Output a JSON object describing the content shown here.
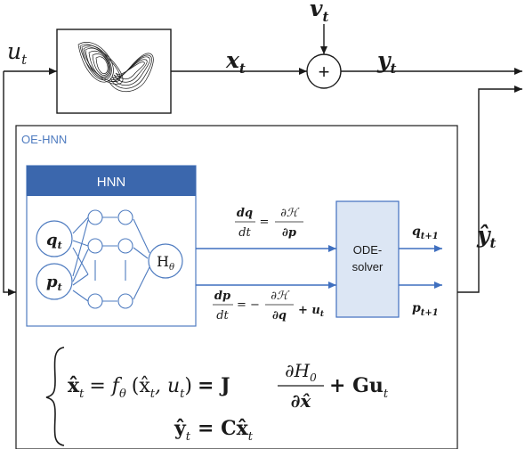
{
  "signals": {
    "input": {
      "base": "u",
      "sub": "t"
    },
    "state": {
      "base": "x",
      "sub": "t"
    },
    "noise": {
      "base": "v",
      "sub": "t"
    },
    "output": {
      "base": "y",
      "sub": "t"
    },
    "estimate": {
      "base": "ŷ",
      "sub": "t"
    }
  },
  "sum_symbol": "+",
  "oe_hnn": {
    "label": "OE-HNN",
    "hnn": {
      "title": "HNN",
      "input_q": {
        "base": "q",
        "sub": "t"
      },
      "input_p": {
        "base": "p",
        "sub": "t"
      },
      "output_node": {
        "base": "H",
        "sub": "θ"
      }
    },
    "eq_q": {
      "lhs_num": "dq",
      "lhs_den": "dt",
      "eq": "=",
      "rhs_num": "∂ℋ",
      "rhs_den": "∂p"
    },
    "eq_p": {
      "lhs_num": "dp",
      "lhs_den": "dt",
      "eq": "= −",
      "rhs_num": "∂ℋ",
      "rhs_den": "∂q",
      "tail": "+ u",
      "tail_sub": "t"
    },
    "solver": {
      "line1": "ODE-",
      "line2": "solver"
    },
    "out_q": {
      "base": "q",
      "sub": "t+1"
    },
    "out_p": {
      "base": "p",
      "sub": "t+1"
    }
  },
  "equations": {
    "line1": {
      "lhs": "x̂",
      "lhs_sub": "t",
      "eq1": "= f",
      "f_sub": "θ",
      "arg": "(x̂",
      "arg_sub": "t",
      "arg2": ", u",
      "arg2_sub": "t",
      "arg_close": ")",
      "eq2": "= J",
      "num": "∂H",
      "num_sub": "0",
      "den": "∂x̂",
      "tail": "+ Gu",
      "tail_sub": "t"
    },
    "line2": {
      "lhs": "ŷ",
      "lhs_sub": "t",
      "eq": "= Cx̂",
      "eq_sub": "t"
    }
  },
  "colors": {
    "line": "#1a1a1a",
    "blue": "#3f6fbf",
    "hnn_header": "#3b67ad",
    "hnn_border": "#4f7cc0",
    "solver_fill": "#dce6f4",
    "solver_border": "#3f6fbf",
    "oe_label": "#4f7cc0"
  }
}
